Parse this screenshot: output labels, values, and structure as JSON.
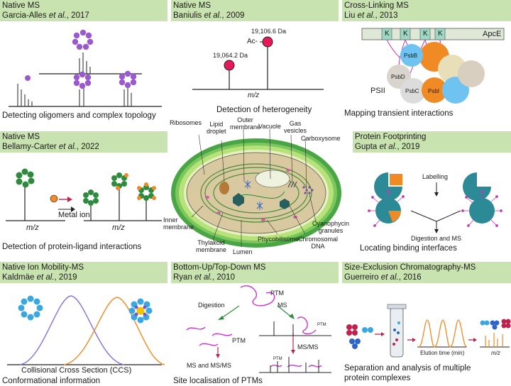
{
  "panels": {
    "p1": {
      "technique": "Native MS",
      "author": "Garcia-Alles",
      "etal": " et al.",
      "year": ", 2017",
      "caption": "Detecting oligomers and complex topology"
    },
    "p2": {
      "technique": "Native MS",
      "author": "Baniulis",
      "etal": " et al.",
      "year": ", 2009",
      "peak_low": "19,064.2 Da",
      "peak_high": "19,106.6 Da",
      "acetyl": "Ac-",
      "axis": "m/z",
      "caption": "Detection of heterogeneity"
    },
    "p3": {
      "technique": "Cross-Linking MS",
      "author": "Liu",
      "etal": " et al.",
      "year": ", 2013",
      "apce": "ApcE",
      "k": "K",
      "psbb": "PsbB",
      "psbd": "PsbD",
      "psbc": "PsbC",
      "psbi": "PsbI",
      "psii": "PSII",
      "caption": "Mapping transient interactions"
    },
    "p4": {
      "technique": "Native MS",
      "author": "Bellamy-Carter",
      "etal": " et al.",
      "year": ", 2022",
      "metal": "Metal ion",
      "axis1": "m/z",
      "axis2": "m/z",
      "caption": "Detection of protein-ligand interactions"
    },
    "p5": {
      "technique": "Protein Footprinting",
      "author": "Gupta",
      "etal": " et al.",
      "year": ", 2019",
      "labelling": "Labelling",
      "digestion": "Digestion and MS",
      "caption": "Locating binding interfaces"
    },
    "p6": {
      "technique": "Native Ion Mobility-MS",
      "author": "Kaldmäe",
      "etal": " et al.",
      "year": ", 2019",
      "axis": "Collisional Cross Section (CCS)",
      "caption": "Conformational information"
    },
    "p7": {
      "technique": "Bottom-Up/Top-Down MS",
      "author": "Ryan",
      "etal": " et al.",
      "year": ", 2010",
      "ptm1": "PTM",
      "ptm2": "PTM",
      "ptm3": "PTM",
      "ptm4": "PTM",
      "digestion": "Digestion",
      "ms": "MS",
      "msms": "MS/MS",
      "ms_and_msms": "MS and MS/MS",
      "caption": "Site localisation of PTMs"
    },
    "p8": {
      "technique": "Size-Exclusion Chromatography-MS",
      "author": "Guerreiro",
      "etal": " et al.",
      "year": ", 2016",
      "elution": "Elution time (min)",
      "axis": "m/z",
      "caption1": "Separation and analysis of multiple",
      "caption2": "protein complexes"
    }
  },
  "cell": {
    "ribosomes": "Ribosomes",
    "lipid1": "Lipid",
    "lipid2": "droplet",
    "outer1": "Outer",
    "outer2": "membrane",
    "vacuole": "Vacuole",
    "gas1": "Gas",
    "gas2": "vesicles",
    "carboxysome": "Carboxysome",
    "inner1": "Inner",
    "inner2": "membrane",
    "thyl1": "Thylakoid",
    "thyl2": "membrane",
    "lumen": "Lumen",
    "phyco": "Phycobilisome",
    "chrom1": "Chromosomal",
    "chrom2": "DNA",
    "cyan1": "Cyanophycin",
    "cyan2": "granules"
  },
  "colors": {
    "header": "#c9e3b0",
    "purple": "#9b59d0",
    "red": "#e8195a",
    "green": "#2e8b3d",
    "orange": "#f08a24",
    "blue": "#3aa7e0",
    "magenta": "#cc33cc",
    "teal": "#2b8a96",
    "crimson": "#c0214d"
  }
}
